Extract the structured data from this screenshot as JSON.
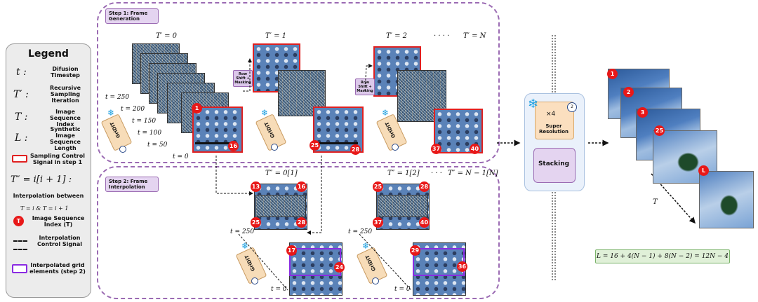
{
  "legend": {
    "title": "Legend",
    "items": [
      {
        "symbol": "t :",
        "text": "Difusion Timestep"
      },
      {
        "symbol": "T′ :",
        "text": "Recursive Sampling Iteration"
      },
      {
        "symbol": "T :",
        "text": "Image Sequence Index"
      },
      {
        "symbol": "L :",
        "text": "Synthetic Image Sequence Length"
      },
      {
        "symbol": "",
        "text": "Sampling Control Signal in step 1"
      },
      {
        "symbol": "T″ = i[i + 1] :",
        "text": "Interpolation between"
      },
      {
        "symbol": "",
        "text": "T = i & T = i + 1"
      },
      {
        "symbol": "T",
        "text": "Image Sequence Index (T)"
      },
      {
        "symbol": "",
        "text": "Interpolation Control Signal"
      },
      {
        "symbol": "",
        "text": "Interpolated grid elements (step 2)"
      }
    ]
  },
  "step1": {
    "label": "Step 1: Frame Generation",
    "headers": [
      "T′ = 0",
      "T′ = 1",
      "T′ = 2",
      "· · · ·",
      "T′ = N"
    ],
    "timesteps": [
      "t = 250",
      "t = 200",
      "t = 150",
      "t = 100",
      "t = 50",
      "t = 0"
    ],
    "shift_label": "Row Shift + Masking",
    "model": "GriDiT",
    "badges": [
      "1",
      "16",
      "25",
      "28",
      "37",
      "40"
    ]
  },
  "step2": {
    "label": "Step 2: Frame Interpolation",
    "headers": [
      "T″ = 0[1]",
      "T″ = 1[2]",
      "· · ·",
      "T″ = N − 1[N]"
    ],
    "timesteps": [
      "t = 250",
      "t = 0",
      "t = 250",
      "t = 0"
    ],
    "model": "GriDiT",
    "badges": [
      "13",
      "16",
      "25",
      "28",
      "17",
      "24",
      "25",
      "28",
      "37",
      "40",
      "29",
      "36"
    ]
  },
  "sr": {
    "scale": "×4",
    "title": "Super Resolution",
    "badge": "2",
    "stacking": "Stacking"
  },
  "output": {
    "badges": [
      "1",
      "2",
      "3",
      "25",
      "L"
    ],
    "axis": "T"
  },
  "formula": "L = 16 + 4(N − 1) + 8(N − 2) = 12N − 4"
}
